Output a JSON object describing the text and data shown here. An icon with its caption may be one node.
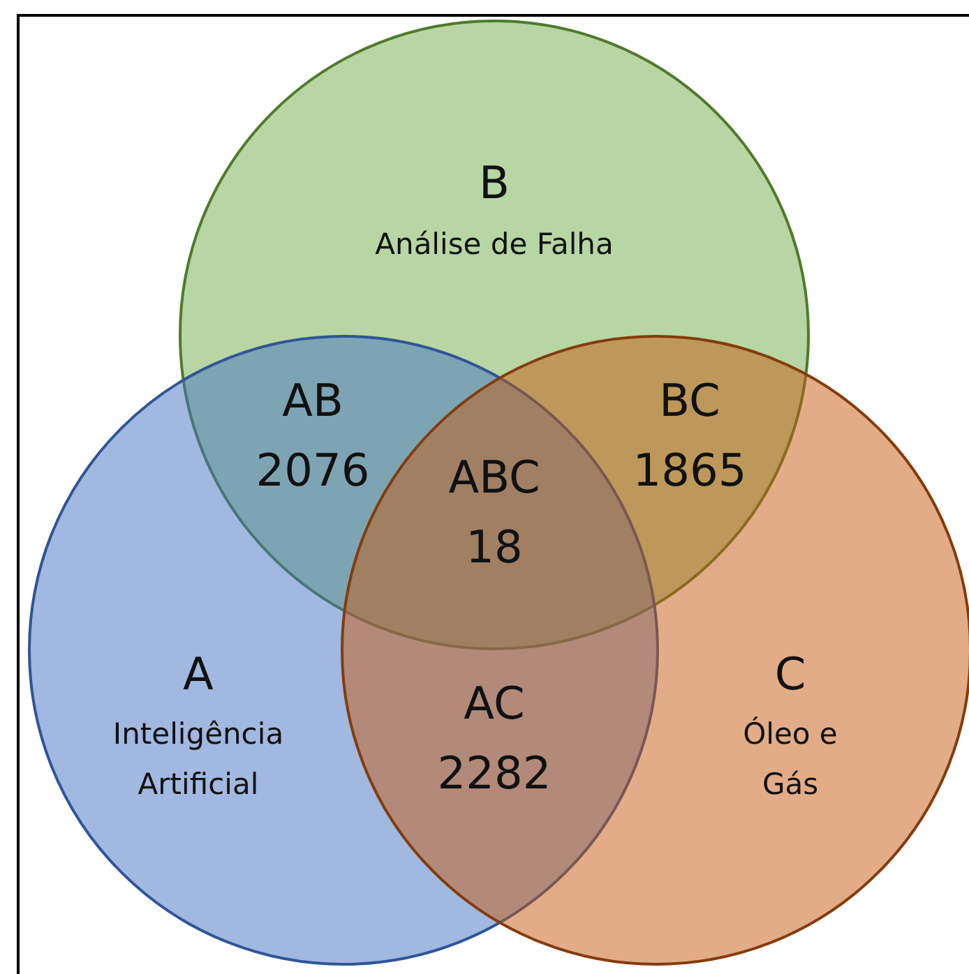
{
  "diagram": {
    "nodes": [
      {
        "text": [
          "B",
          "Análise de Falha"
        ]
      },
      {
        "text": [
          "A",
          "Inteligência Artificial"
        ]
      },
      {
        "text": [
          "C",
          "Óleo e Gás"
        ]
      }
    ],
    "labels": [
      "AB",
      "2076",
      "BC",
      "1865",
      "ABC",
      "18",
      "AC",
      "2282"
    ]
  }
}
